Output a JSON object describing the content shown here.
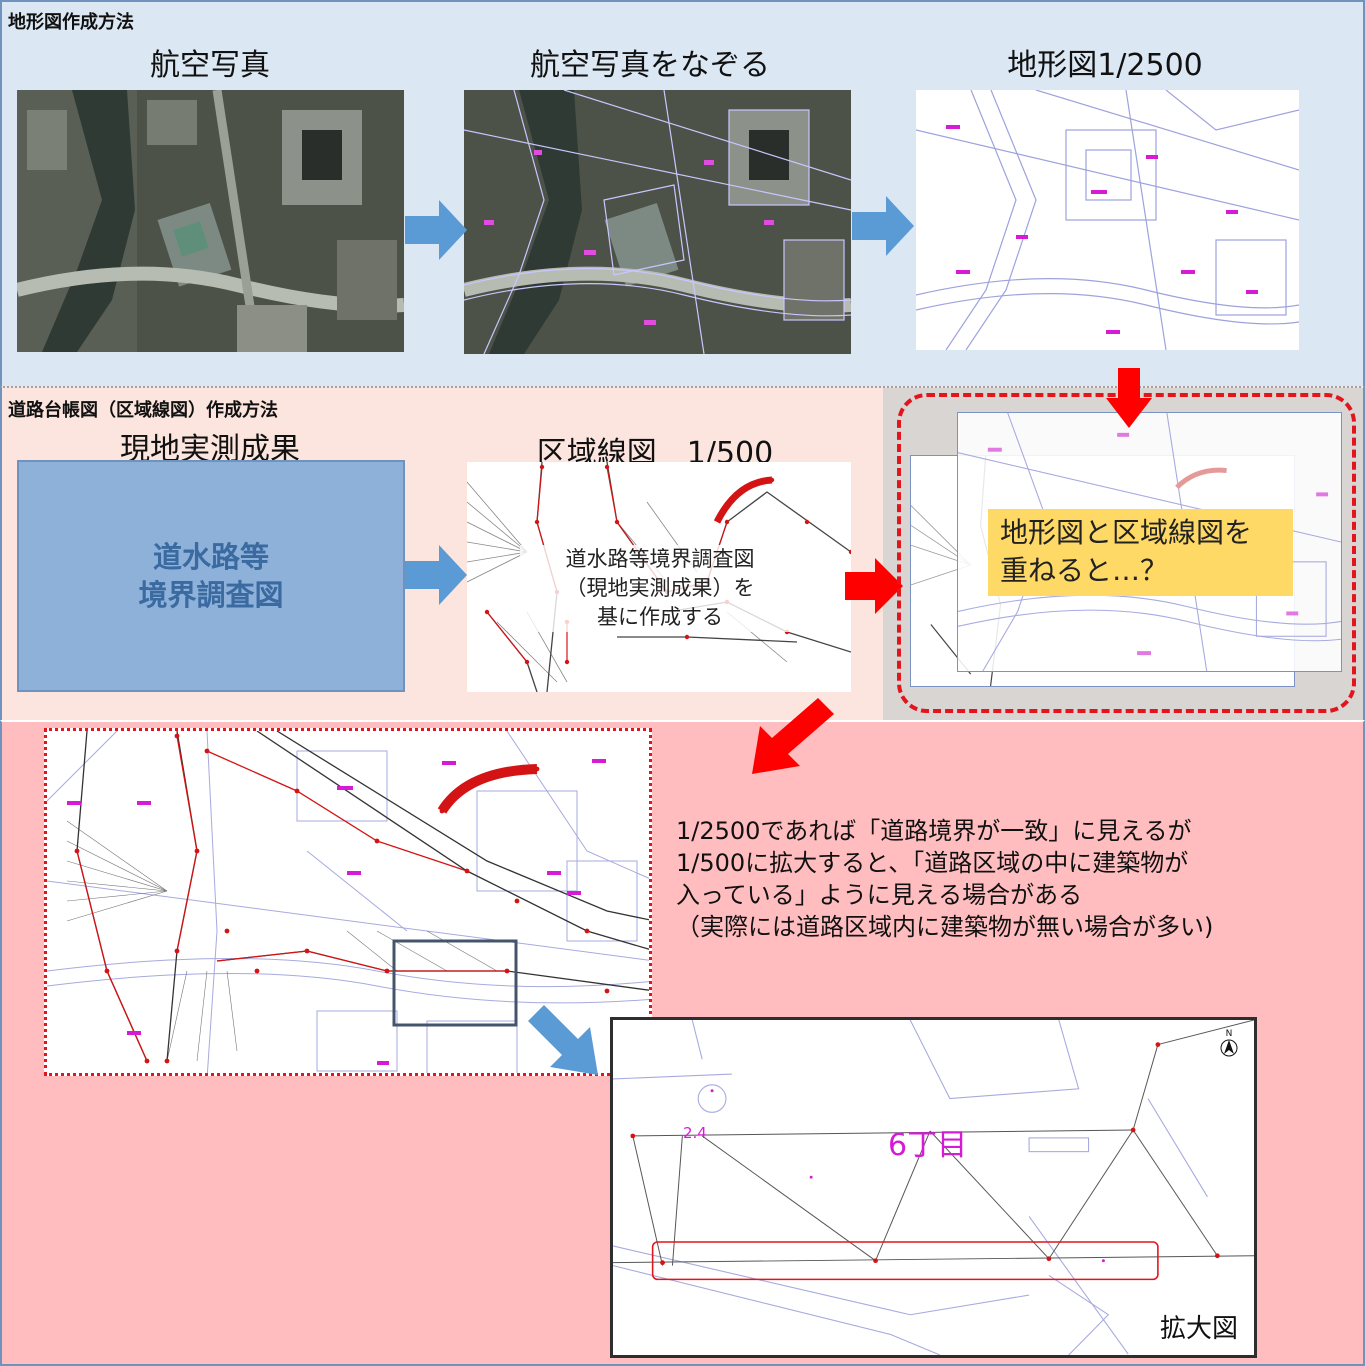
{
  "section1": {
    "title": "地形図作成方法",
    "col1_title": "航空写真",
    "col2_title": "航空写真をなぞる",
    "col3_title": "地形図1/2500"
  },
  "section2": {
    "title": "道路台帳図（区域線図）作成方法",
    "col1_title": "現地実測成果",
    "col2_title": "区域線図　1/500",
    "boundary_box_line1": "道水路等",
    "boundary_box_line2": "境界調査図",
    "zone_note_line1": "道水路等境界調査図",
    "zone_note_line2": "（現地実測成果）を",
    "zone_note_line3": "基に作成する",
    "question_line1": "地形図と区域線図を",
    "question_line2": "重ねると…？"
  },
  "section3": {
    "description_line1": "1/2500であれば「道路境界が一致」に見えるが",
    "description_line2": "1/500に拡大すると、「道路区域の中に建築物が",
    "description_line3": "入っている」ように見える場合がある",
    "description_line4": "（実際には道路区域内に建築物が無い場合が多い)",
    "enlarged_label": "拡大図",
    "enlarged_district": "6丁目",
    "enlarged_number": "2.4"
  },
  "colors": {
    "section1_bg": "#dbe8f4",
    "section2_bg": "#fbe5de",
    "section3_bg": "#ffbdc0",
    "arrow_blue": "#5b9bd5",
    "arrow_red": "#ff0000",
    "highlight_yellow": "#ffd966",
    "map_magenta": "#d61ad6",
    "map_line_blue": "#8d93d9",
    "survey_red": "#d41414"
  }
}
